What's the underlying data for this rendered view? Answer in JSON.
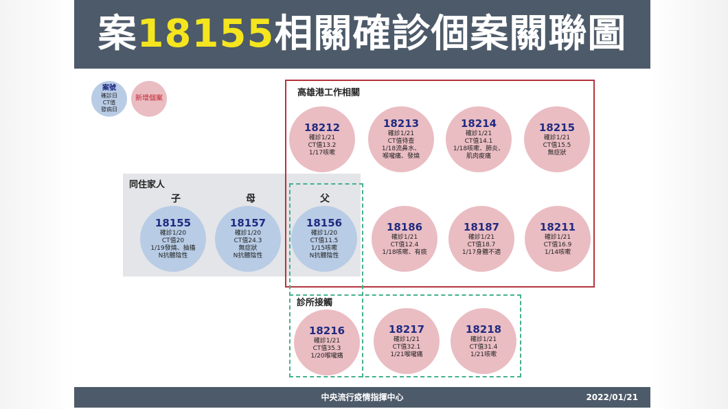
{
  "title": {
    "prefix": "案",
    "number": "18155",
    "suffix": "相關確診個案關聯圖"
  },
  "legend": {
    "blue": {
      "label": "案號",
      "lines": [
        "確診日",
        "CT值",
        "發病日"
      ]
    },
    "pink": {
      "label": "新增個案"
    }
  },
  "groups": {
    "family": {
      "title": "同住家人",
      "roles": [
        "子",
        "母",
        "父"
      ]
    },
    "port": {
      "title": "高雄港工作相關"
    },
    "clinic": {
      "title": "診所接觸"
    }
  },
  "cases": [
    {
      "id": "18212",
      "lines": [
        "確診1/21",
        "CT值13.2",
        "1/17咳嗽"
      ]
    },
    {
      "id": "18213",
      "lines": [
        "確診1/21",
        "CT值待查",
        "1/18流鼻水、",
        "喉嚨痛、發燒"
      ]
    },
    {
      "id": "18214",
      "lines": [
        "確診1/21",
        "CT值14.1",
        "1/18咳嗽、肺炎、",
        "肌肉痠痛"
      ]
    },
    {
      "id": "18215",
      "lines": [
        "確診1/21",
        "CT值15.5",
        "無症狀"
      ]
    },
    {
      "id": "18155",
      "lines": [
        "確診1/20",
        "CT值20",
        "1/19發燒、抽搐",
        "N抗體陰性"
      ]
    },
    {
      "id": "18157",
      "lines": [
        "確診1/20",
        "CT值24.3",
        "無症狀",
        "N抗體陰性"
      ]
    },
    {
      "id": "18156",
      "lines": [
        "確診1/20",
        "CT值11.5",
        "1/15咳嗽",
        "N抗體陰性"
      ]
    },
    {
      "id": "18186",
      "lines": [
        "確診1/21",
        "CT值12.4",
        "1/18咳嗽、有痰"
      ]
    },
    {
      "id": "18187",
      "lines": [
        "確診1/21",
        "CT值18.7",
        "1/17身體不適"
      ]
    },
    {
      "id": "18211",
      "lines": [
        "確診1/21",
        "CT值16.9",
        "1/14咳嗽"
      ]
    },
    {
      "id": "18216",
      "lines": [
        "確診1/21",
        "CT值35.3",
        "1/20喉嚨痛"
      ]
    },
    {
      "id": "18217",
      "lines": [
        "確診1/21",
        "CT值32.1",
        "1/21喉嚨痛"
      ]
    },
    {
      "id": "18218",
      "lines": [
        "確診1/21",
        "CT值31.4",
        "1/21咳嗽"
      ]
    }
  ],
  "footer": {
    "center": "中央流行疫情指揮中心",
    "date": "2022/01/21"
  },
  "colors": {
    "header_bg": "#4d5a69",
    "title_highlight": "#f4e51e",
    "existing_case": "#b8cce6",
    "new_case": "#eabdc3",
    "case_number": "#1f2a80",
    "port_border": "#b3323a",
    "contact_dash": "#44b08c"
  }
}
